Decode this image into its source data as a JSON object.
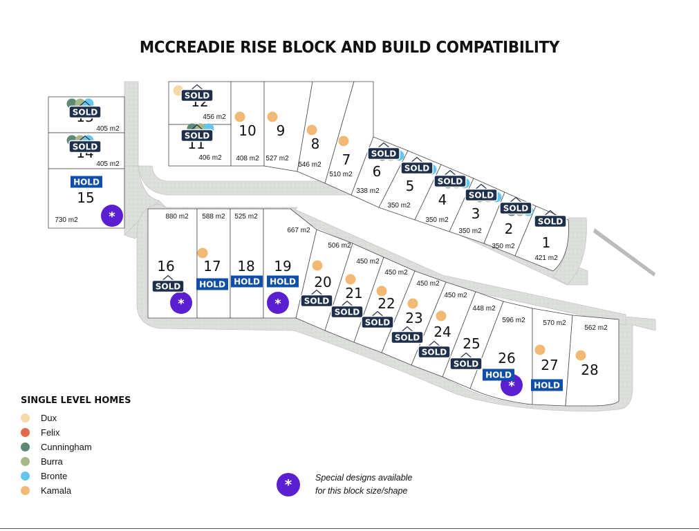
{
  "title": "MCCREADIE RISE BLOCK AND BUILD COMPATIBILITY",
  "colors": {
    "dux": "#f6d9a6",
    "felix": "#e06a4c",
    "cunningham": "#5d8a74",
    "burra": "#a6b88a",
    "bronte": "#64c6ef",
    "kamala": "#f2b975",
    "sold_tag": "#1d2f4b",
    "hold_tag": "#0f4fa8",
    "special": "#5a1fd1",
    "road": "#d7d9d5"
  },
  "labels": {
    "sold": "SOLD",
    "hold": "HOLD",
    "special_symbol": "*"
  },
  "blocks": [
    {
      "id": "1",
      "area": "421 m2",
      "status": "SOLD",
      "dots": []
    },
    {
      "id": "2",
      "area": "350 m2",
      "status": "SOLD",
      "dots": [
        "cunningham",
        "burra",
        "bronte"
      ]
    },
    {
      "id": "3",
      "area": "350 m2",
      "status": "SOLD",
      "dots": [
        "cunningham",
        "burra",
        "bronte"
      ]
    },
    {
      "id": "4",
      "area": "350 m2",
      "status": "SOLD",
      "dots": [
        "cunningham",
        "burra",
        "bronte"
      ]
    },
    {
      "id": "5",
      "area": "350 m2",
      "status": "SOLD",
      "dots": [
        "cunningham",
        "felix",
        "bronte"
      ]
    },
    {
      "id": "6",
      "area": "338 m2",
      "status": "SOLD",
      "dots": [
        "cunningham",
        "burra",
        "bronte"
      ]
    },
    {
      "id": "7",
      "area": "510 m2",
      "status": "",
      "dots": [
        "kamala"
      ]
    },
    {
      "id": "8",
      "area": "546 m2",
      "status": "",
      "dots": [
        "kamala"
      ]
    },
    {
      "id": "9",
      "area": "527 m2",
      "status": "",
      "dots": [
        "kamala"
      ]
    },
    {
      "id": "10",
      "area": "408 m2",
      "status": "",
      "dots": [
        "kamala"
      ]
    },
    {
      "id": "11",
      "area": "406 m2",
      "status": "SOLD",
      "dots": [
        "cunningham",
        "burra",
        "bronte"
      ]
    },
    {
      "id": "12",
      "area": "456 m2",
      "status": "SOLD",
      "dots": [
        "dux"
      ]
    },
    {
      "id": "13",
      "area": "405 m2",
      "status": "SOLD",
      "dots": [
        "cunningham",
        "burra",
        "bronte"
      ]
    },
    {
      "id": "14",
      "area": "405 m2",
      "status": "SOLD",
      "dots": [
        "cunningham",
        "burra",
        "bronte"
      ]
    },
    {
      "id": "15",
      "area": "730 m2",
      "status": "HOLD",
      "dots": [],
      "special": true
    },
    {
      "id": "16",
      "area": "880 m2",
      "status": "SOLD",
      "dots": [],
      "special": true
    },
    {
      "id": "17",
      "area": "588 m2",
      "status": "HOLD",
      "dots": [
        "kamala"
      ]
    },
    {
      "id": "18",
      "area": "525 m2",
      "status": "HOLD",
      "dots": []
    },
    {
      "id": "19",
      "area": "667 m2",
      "status": "HOLD",
      "dots": [],
      "special": true
    },
    {
      "id": "20",
      "area": "506 m2",
      "status": "SOLD",
      "dots": [
        "kamala"
      ]
    },
    {
      "id": "21",
      "area": "450 m2",
      "status": "SOLD",
      "dots": [
        "kamala"
      ]
    },
    {
      "id": "22",
      "area": "450 m2",
      "status": "SOLD",
      "dots": [
        "kamala"
      ]
    },
    {
      "id": "23",
      "area": "450 m2",
      "status": "SOLD",
      "dots": [
        "kamala"
      ]
    },
    {
      "id": "24",
      "area": "450 m2",
      "status": "SOLD",
      "dots": [
        "kamala"
      ]
    },
    {
      "id": "25",
      "area": "448 m2",
      "status": "SOLD",
      "dots": []
    },
    {
      "id": "26",
      "area": "596 m2",
      "status": "HOLD",
      "dots": [],
      "special": true
    },
    {
      "id": "27",
      "area": "570 m2",
      "status": "HOLD",
      "dots": [
        "kamala"
      ]
    },
    {
      "id": "28",
      "area": "562 m2",
      "status": "",
      "dots": [
        "kamala"
      ]
    }
  ],
  "legend": {
    "title": "SINGLE LEVEL HOMES",
    "items": [
      {
        "key": "dux",
        "label": "Dux"
      },
      {
        "key": "felix",
        "label": "Felix"
      },
      {
        "key": "cunningham",
        "label": "Cunningham"
      },
      {
        "key": "burra",
        "label": "Burra"
      },
      {
        "key": "bronte",
        "label": "Bronte"
      },
      {
        "key": "kamala",
        "label": "Kamala"
      }
    ]
  },
  "special_note": {
    "line1": "Special designs available",
    "line2": "for this block size/shape"
  }
}
